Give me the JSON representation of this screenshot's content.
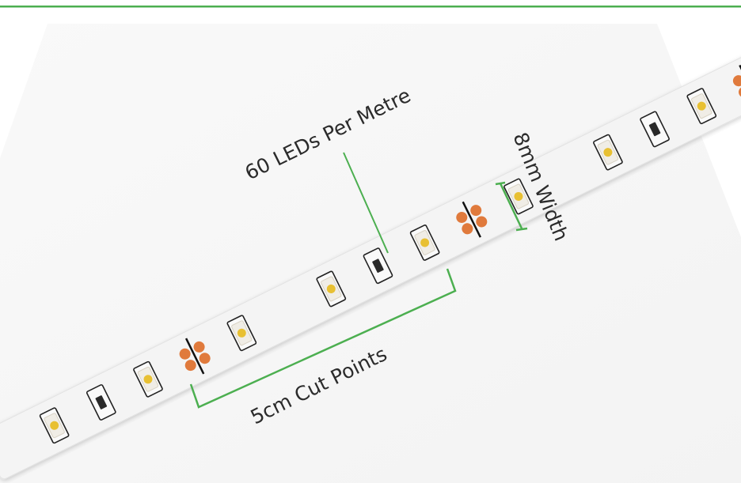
{
  "header": {
    "rule_color": "#4caf50"
  },
  "labels": {
    "leds_per_metre": "60 LEDs Per Metre",
    "width": "8mm Width",
    "cut_points": "5cm Cut Points"
  },
  "colors": {
    "accent_green": "#4caf50",
    "strip_fill": "#f4f4f4",
    "led_yellow": "#e8c032",
    "pad_orange": "#e07a3c",
    "background_panel": "#f7f7f7"
  },
  "strip": {
    "segments": [
      [
        "led",
        "resistor",
        "led",
        "cut",
        "led"
      ],
      [
        "led",
        "resistor",
        "led",
        "cut",
        "led"
      ],
      [
        "led",
        "resistor",
        "led",
        "cut",
        "led"
      ]
    ]
  }
}
